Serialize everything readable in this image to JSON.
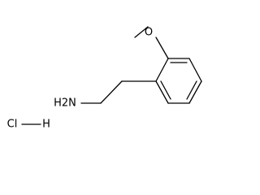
{
  "structure": {
    "atoms": {
      "oxygen": "O",
      "amine": "H2N",
      "chlorine": "Cl",
      "hydrogen": "H"
    }
  },
  "colors": {
    "bond": "#000000",
    "label": "#000000",
    "background": "#ffffff"
  }
}
